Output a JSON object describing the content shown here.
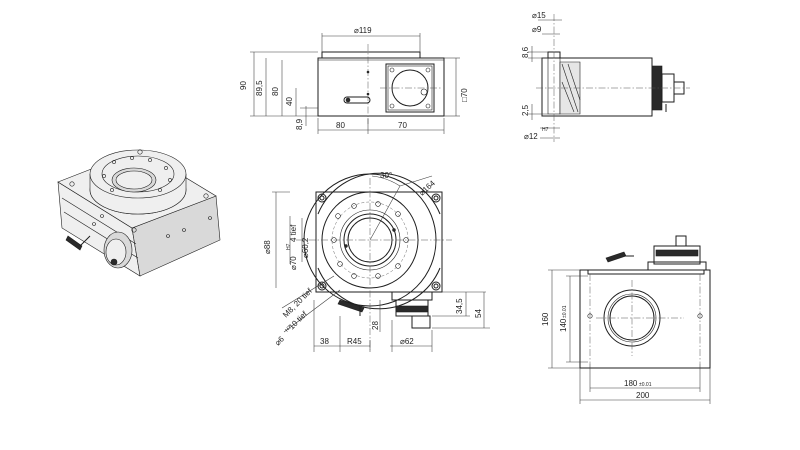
{
  "dims": {
    "d119": "⌀119",
    "h90": "90",
    "h89_5": "89,5",
    "h80": "80",
    "h40": "40",
    "h8_9": "8,9",
    "w80": "80",
    "w70": "70",
    "sq70": "□70",
    "d15": "⌀15",
    "d9": "⌀9",
    "h8_6": "8,6",
    "h2_5": "2,5",
    "d12": "⌀12",
    "d12_tol": "H7",
    "ang30": "30°",
    "d164": "⌀164",
    "d88": "⌀88",
    "d70": "⌀70",
    "d70_tol": "H7",
    "d70_depth": "4 tief",
    "d60_2": "⌀60,2",
    "m8": "M8, 20 tief",
    "d6": "⌀6",
    "d6_tol": "H7",
    "d6_depth": "10 tief",
    "w38": "38",
    "r45": "R45",
    "h28": "28",
    "d62": "⌀62",
    "h34_5": "34,5",
    "h54": "54",
    "h160": "160",
    "h140": "140",
    "h140_tol": "±0.01",
    "w180": "180",
    "w180_tol": "±0.01",
    "w200": "200"
  }
}
